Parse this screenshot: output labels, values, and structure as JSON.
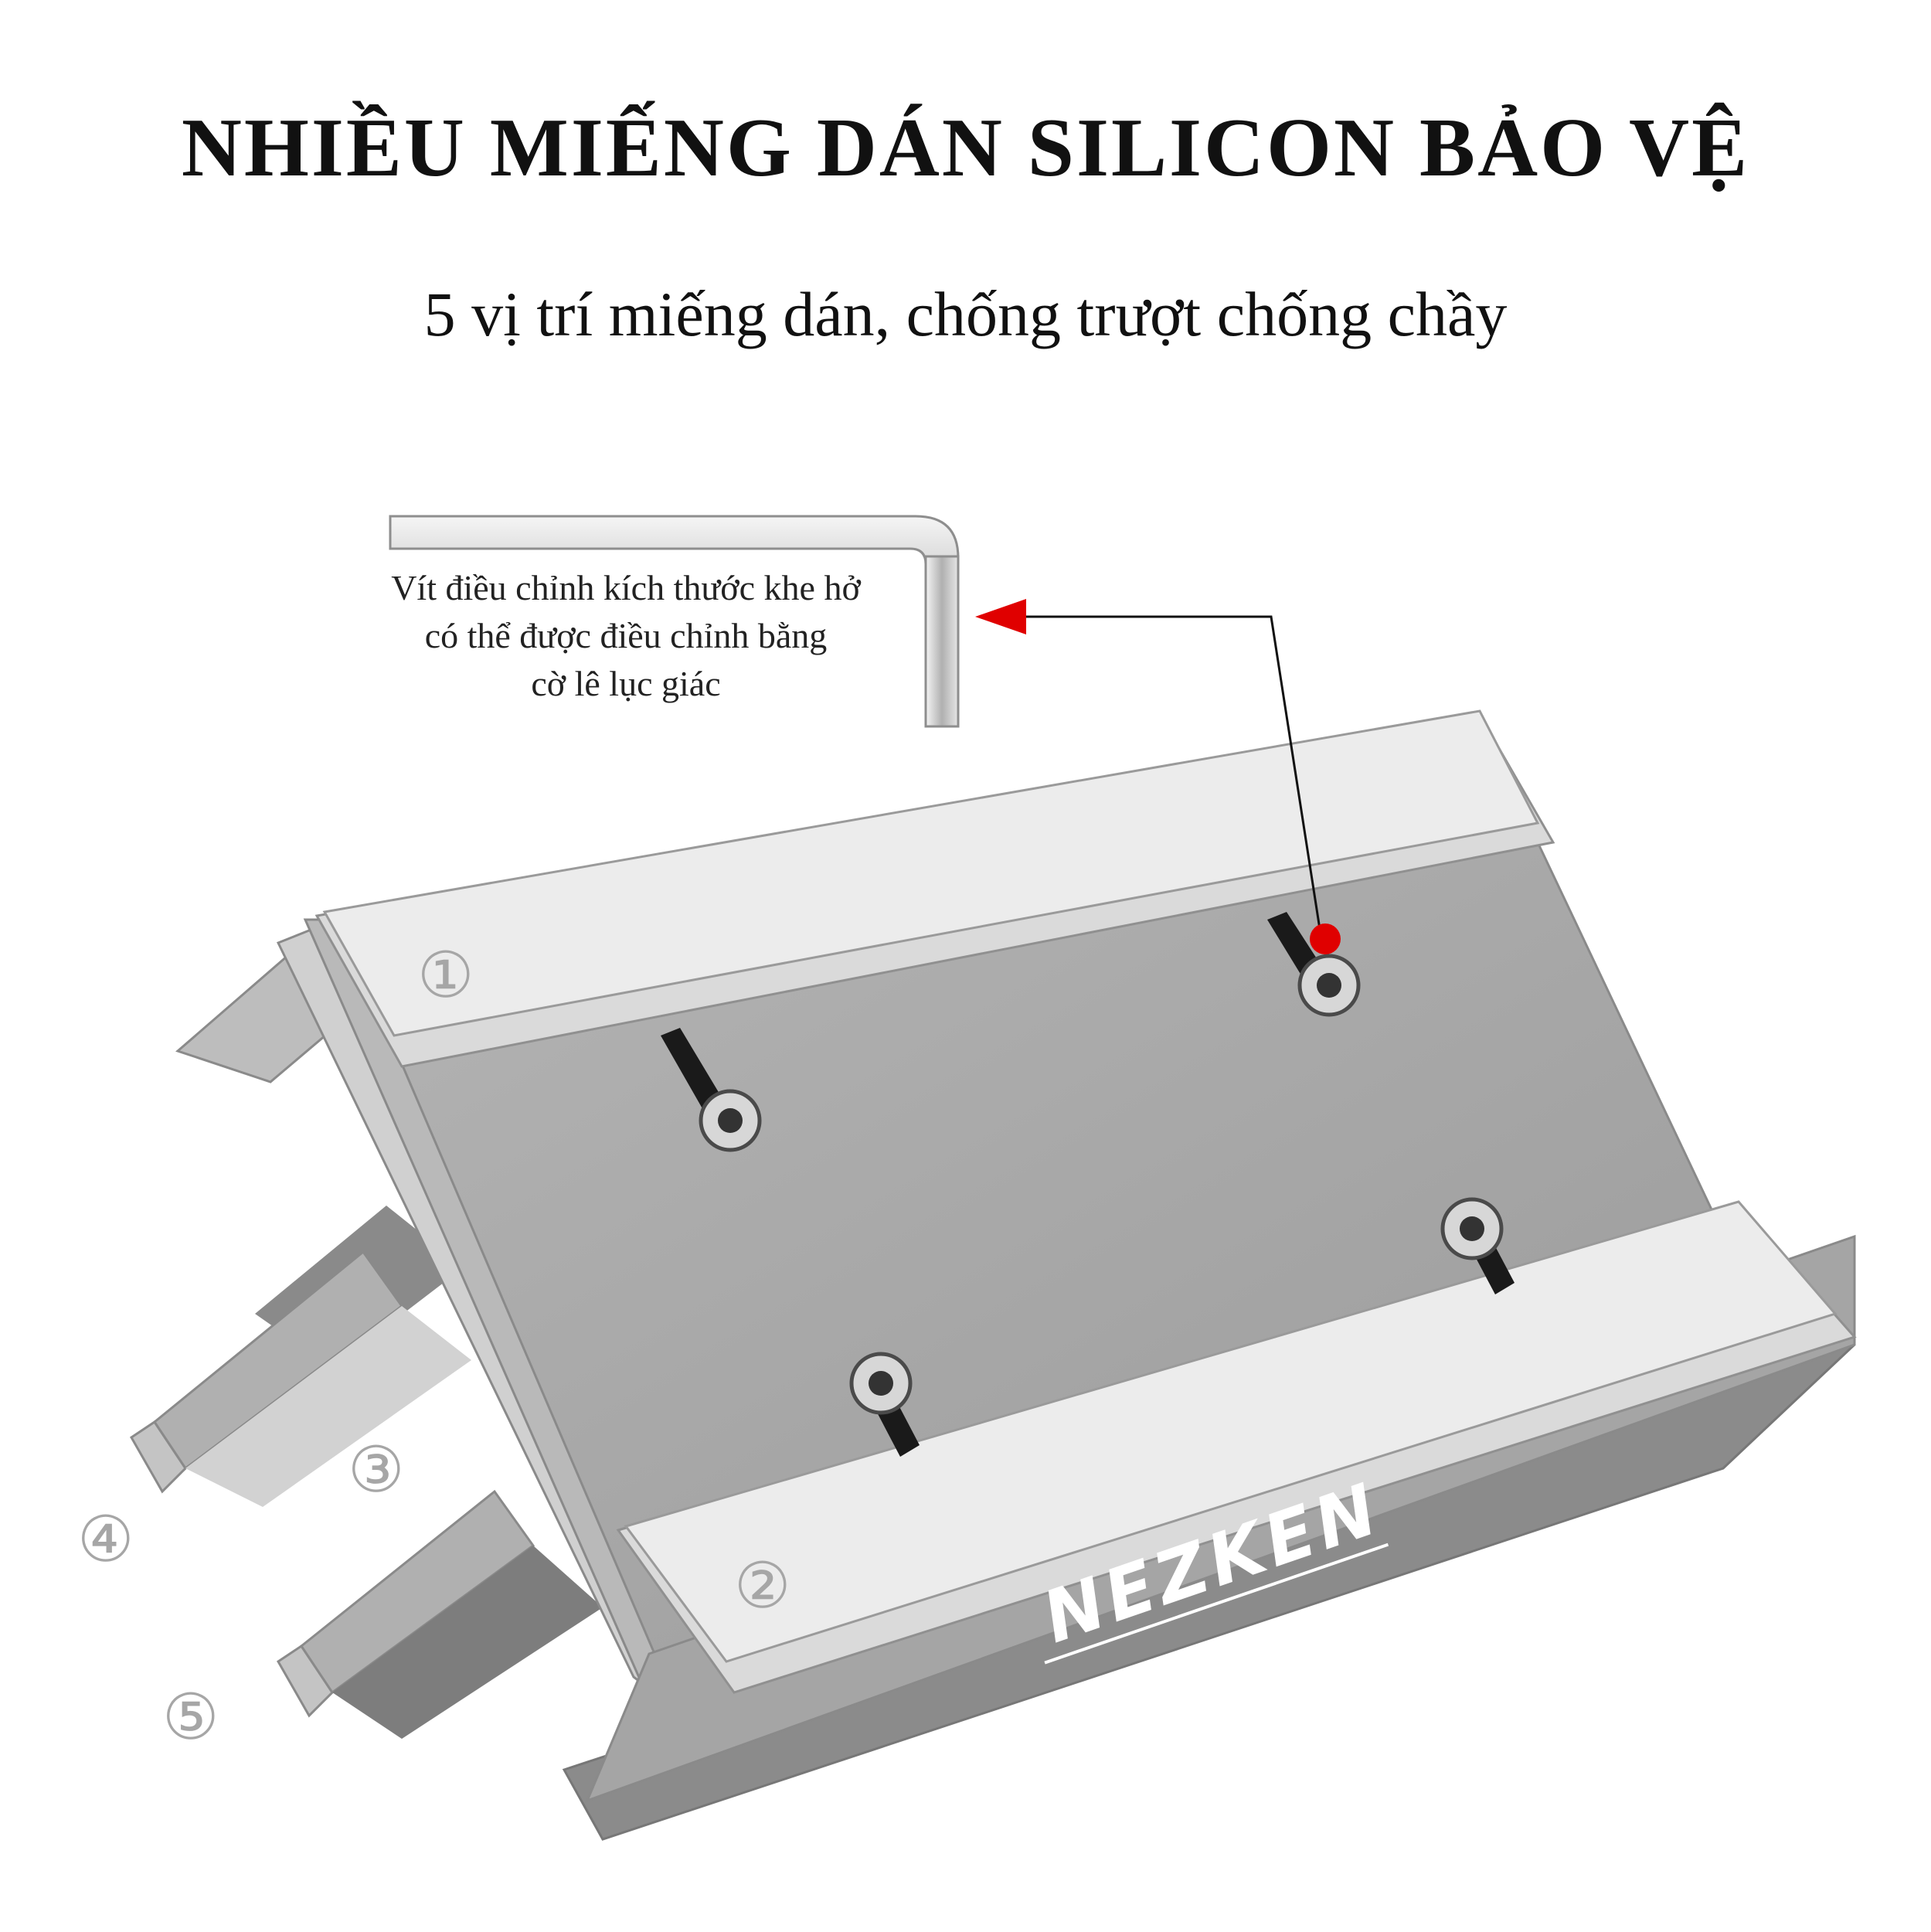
{
  "title": "NHIỀU MIẾNG DÁN SILICON BẢO VỆ",
  "subtitle": "5 vị trí miếng dán, chống trượt chống chầy",
  "callout": {
    "lines": [
      "Vít điều chỉnh kích thước khe hở",
      "có thể được điều chỉnh bằng",
      "cờ lê lục giác"
    ]
  },
  "positions": {
    "p1": "①",
    "p2": "②",
    "p3": "③",
    "p4": "④",
    "p5": "⑤"
  },
  "brand_logo": "NEZKEN",
  "colors": {
    "arrow": "#e00000",
    "marker_dot": "#e00000",
    "pad": "#ececec",
    "metal": "#a9a9a9",
    "metal_dark": "#7d7d7d"
  },
  "icons": {
    "hex_key": "hex-key-icon",
    "marker": "red-dot-marker"
  }
}
